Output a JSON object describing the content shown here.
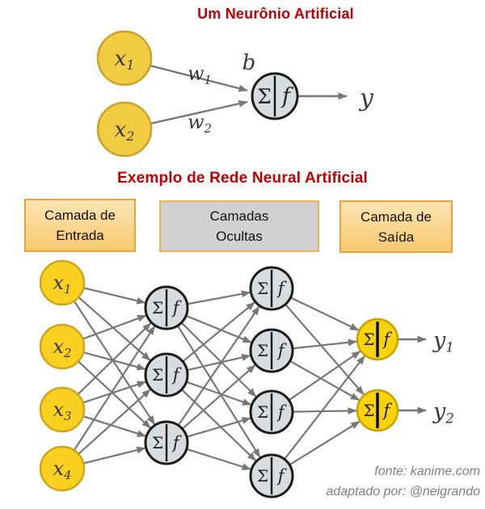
{
  "neuron_diagram": {
    "title": "Um Neurônio Artificial",
    "inputs": [
      "x₁",
      "x₂"
    ],
    "weights": [
      "w₁",
      "w₂"
    ],
    "bias_label": "b",
    "sum_label": "Σ",
    "activation_label": "f",
    "output_label": "y"
  },
  "network_diagram": {
    "title": "Exemplo de Rede Neural Artificial",
    "layer_labels": [
      {
        "lines": [
          "Camada de",
          "Entrada"
        ]
      },
      {
        "lines": [
          "Camadas",
          "Ocultas"
        ]
      },
      {
        "lines": [
          "Camada de",
          "Saída"
        ]
      }
    ],
    "inputs": [
      "x₁",
      "x₂",
      "x₃",
      "x₄"
    ],
    "hidden_layer_sizes": [
      3,
      4
    ],
    "sum_label": "Σ",
    "activation_label": "f",
    "outputs": [
      "y₁",
      "y₂"
    ]
  },
  "credits": {
    "line1": "fonte: kanime.com",
    "line2": "adaptado por: @neigrando"
  },
  "colors": {
    "title": "#C00000",
    "edge": "#777777",
    "input_node_fill_top_diagram": "#F2CC41",
    "input_node_border_top_diagram": "#CBA22B",
    "input_node_fill": "#FAD021",
    "input_node_border": "#D2A41C",
    "hidden_node_fill": "#D7DCDE",
    "hidden_node_border": "#1B1B1B",
    "output_node_fill": "#FBD30B",
    "output_node_border": "#C9A000",
    "node_divider": "#111111",
    "math_text": "#3A3A3A",
    "box_orange_border": "#E8A33D",
    "box_orange_top": "#FDE5B4",
    "box_orange_bottom": "#F9C96F",
    "box_gray_fill": "#D1D1D1",
    "box_gray_border": "#EDB54E",
    "credits_text": "#7F7F7F"
  }
}
